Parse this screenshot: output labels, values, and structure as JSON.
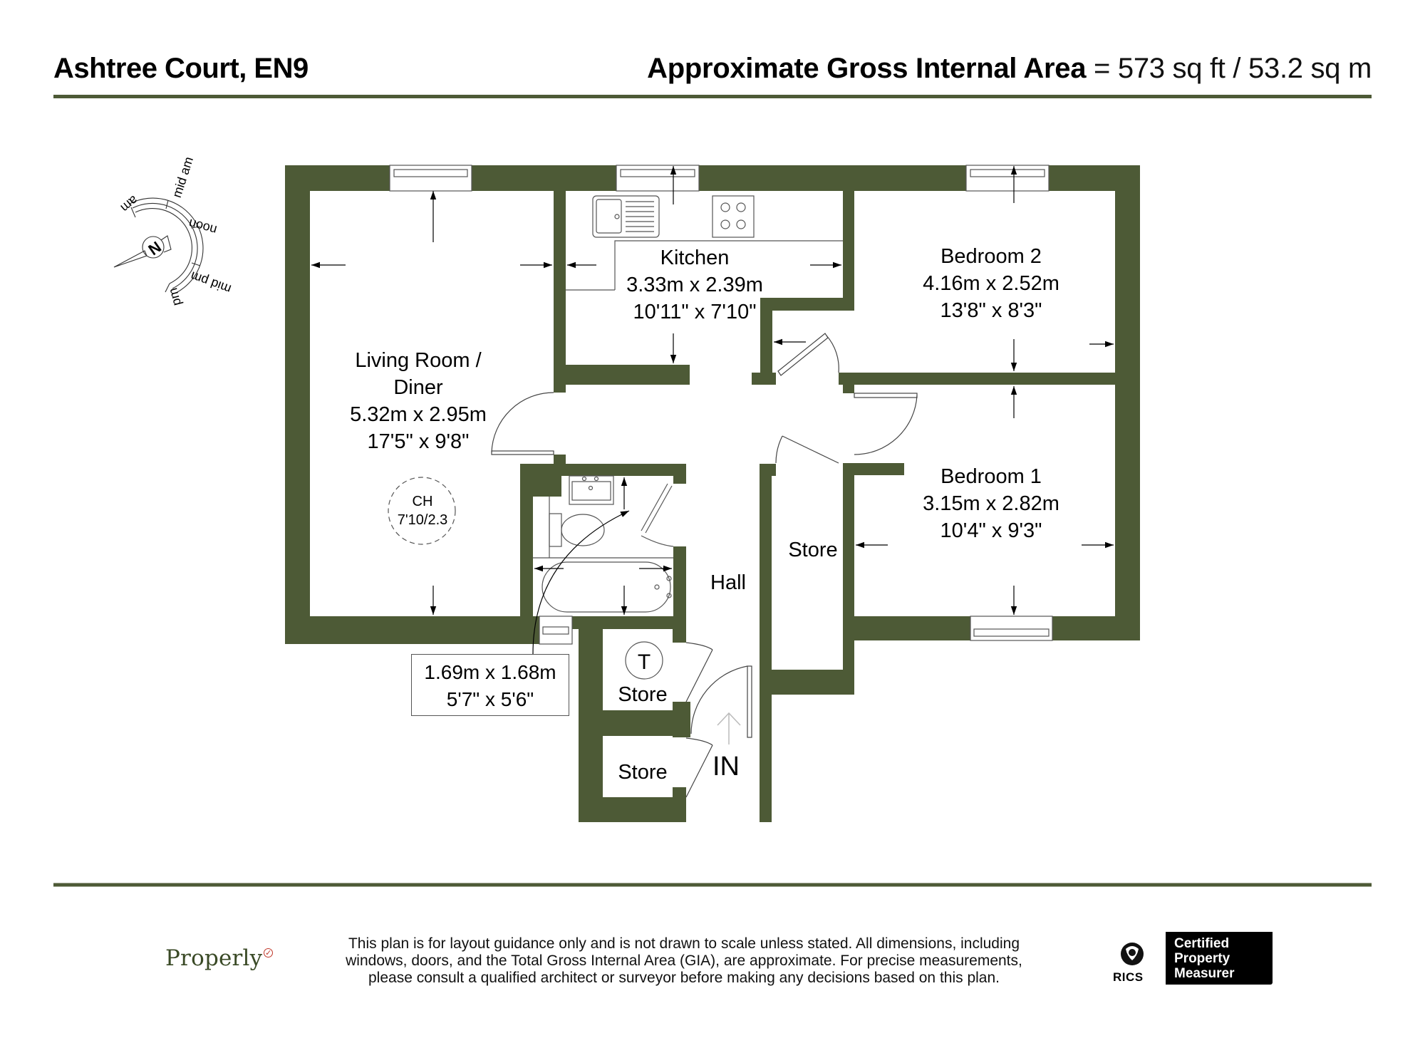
{
  "header": {
    "title": "Ashtree Court, EN9",
    "area_label": "Approximate Gross Internal Area",
    "area_value": " = 573 sq ft / 53.2 sq m"
  },
  "colors": {
    "wall": "#4d5a36",
    "rule": "#4d5a36",
    "text": "#000000",
    "background": "#ffffff"
  },
  "compass": {
    "north_label": "N",
    "labels": [
      "am",
      "mid am",
      "noon",
      "mid pm",
      "pm"
    ]
  },
  "rooms": {
    "living": {
      "name_line1": "Living Room /",
      "name_line2": "Diner",
      "metric": "5.32m x 2.95m",
      "imperial": "17'5\" x 9'8\""
    },
    "kitchen": {
      "name": "Kitchen",
      "metric": "3.33m x 2.39m",
      "imperial": "10'11\" x 7'10\""
    },
    "bedroom2": {
      "name": "Bedroom 2",
      "metric": "4.16m x 2.52m",
      "imperial": "13'8\" x 8'3\""
    },
    "bedroom1": {
      "name": "Bedroom 1",
      "metric": "3.15m x 2.82m",
      "imperial": "10'4\" x 9'3\""
    },
    "bathroom": {
      "metric": "1.69m x 1.68m",
      "imperial": "5'7\" x 5'6\""
    },
    "hall": {
      "name": "Hall"
    },
    "store_hall": {
      "name": "Store"
    },
    "store_t": {
      "name": "Store",
      "symbol": "T"
    },
    "store_lower": {
      "name": "Store"
    }
  },
  "ceiling_height": {
    "label": "CH",
    "value": "7'10/2.3"
  },
  "entrance": {
    "label": "IN"
  },
  "footer": {
    "disclaimer_line1": "This plan is for layout guidance only and is not drawn to scale unless stated. All dimensions, including",
    "disclaimer_line2": "windows, doors, and the Total Gross Internal Area (GIA), are approximate. For precise measurements,",
    "disclaimer_line3": "please consult a qualified architect or surveyor before making any decisions based on this plan.",
    "brand": "Properly",
    "rics_label": "RICS",
    "badge_line1": "Certified",
    "badge_line2": "Property",
    "badge_line3": "Measurer"
  }
}
